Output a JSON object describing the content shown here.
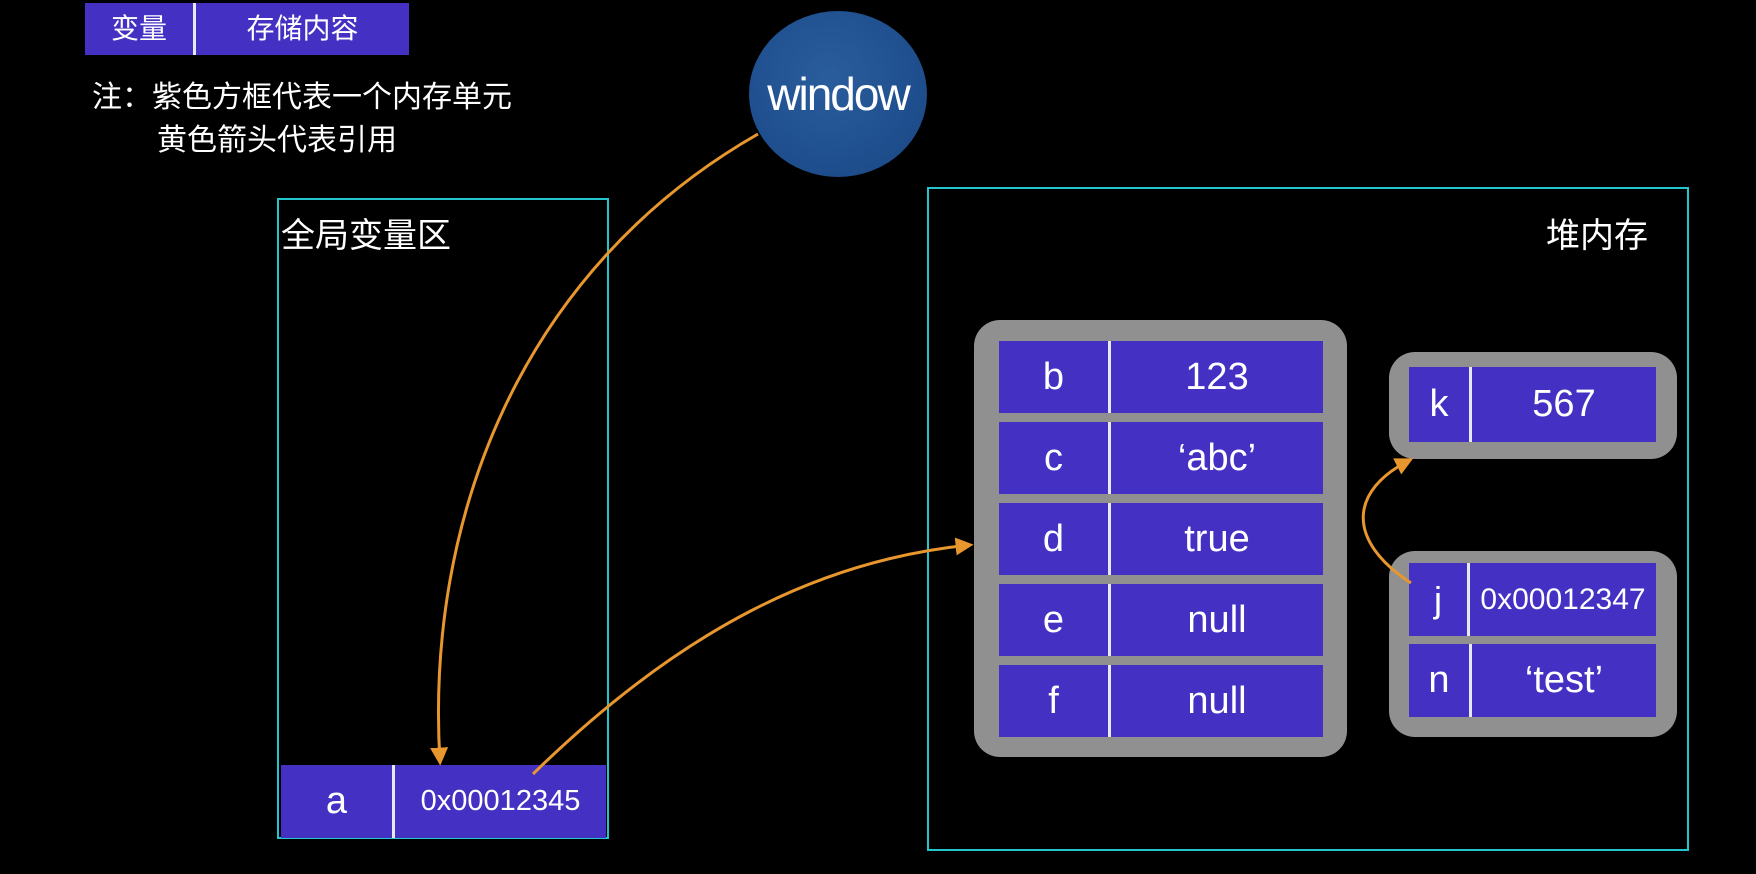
{
  "legend": {
    "variable_label": "变量",
    "content_label": "存储内容",
    "note_line1": "注：紫色方框代表一个内存单元",
    "note_line2": "黄色箭头代表引用"
  },
  "window": {
    "label": "window"
  },
  "global_area": {
    "title": "全局变量区",
    "cell": {
      "name": "a",
      "value": "0x00012345"
    }
  },
  "heap": {
    "title": "堆内存",
    "object1": {
      "rows": [
        {
          "name": "b",
          "value": "123"
        },
        {
          "name": "c",
          "value": "‘abc’"
        },
        {
          "name": "d",
          "value": "true"
        },
        {
          "name": "e",
          "value": "null"
        },
        {
          "name": "f",
          "value": "null"
        }
      ]
    },
    "object2": {
      "rows": [
        {
          "name": "k",
          "value": "567"
        }
      ]
    },
    "object3": {
      "rows": [
        {
          "name": "j",
          "value": "0x00012347"
        },
        {
          "name": "n",
          "value": "‘test’"
        }
      ]
    }
  },
  "colors": {
    "cell": "#4431c3",
    "region_border": "#22c6cc",
    "arrow": "#e8962e",
    "object_bg": "#909090"
  }
}
